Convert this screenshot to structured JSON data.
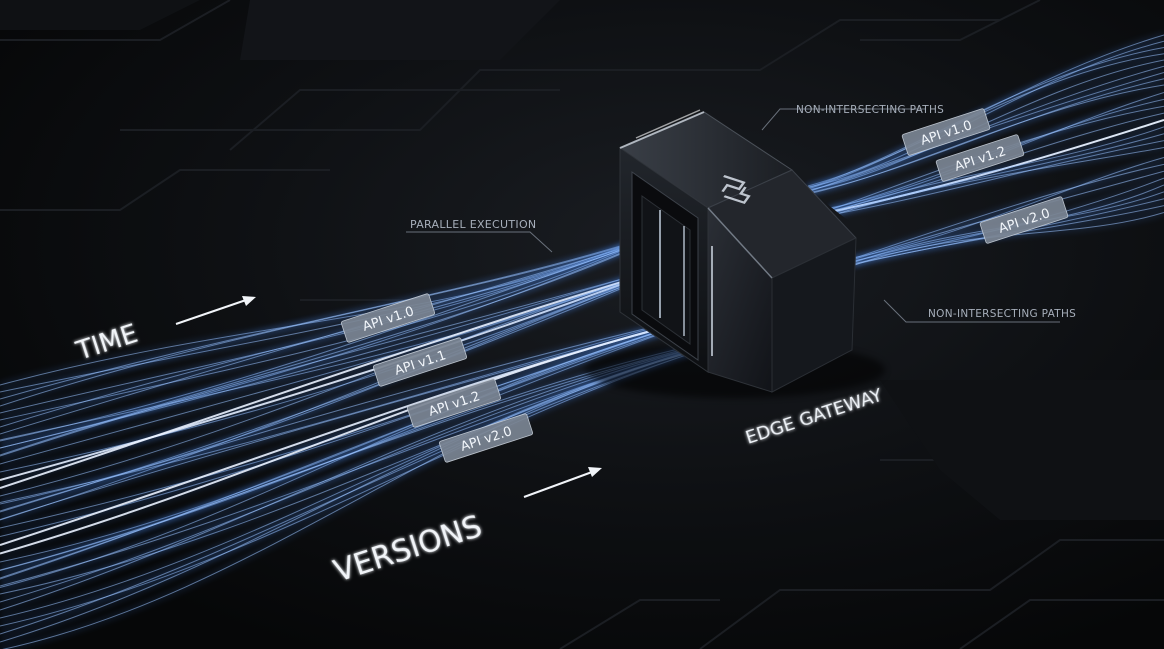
{
  "annotations": {
    "parallel_execution": "PARALLEL EXECUTION",
    "non_intersecting_top": "NON-INTERSECTING PATHS",
    "non_intersecting_right": "NON-INTERSECTING PATHS"
  },
  "axes": {
    "time": "TIME",
    "versions": "VERSIONS"
  },
  "gateway": {
    "label": "EDGE GATEWAY",
    "icon": "gateway-logo-icon"
  },
  "left_versions": [
    "API v1.0",
    "API v1.1",
    "API v1.2",
    "API v2.0"
  ],
  "right_versions": [
    "API v1.0",
    "API v1.2",
    "API v2.0"
  ],
  "colors": {
    "background": "#0a0b0d",
    "stream_blue": "#4f8ff5",
    "stream_glow": "#9cc4ff",
    "stream_white": "#eaf2ff",
    "gateway_body": "#1c1f25",
    "label_fill": "#7b8593",
    "label_text": "#f2f6fb"
  }
}
